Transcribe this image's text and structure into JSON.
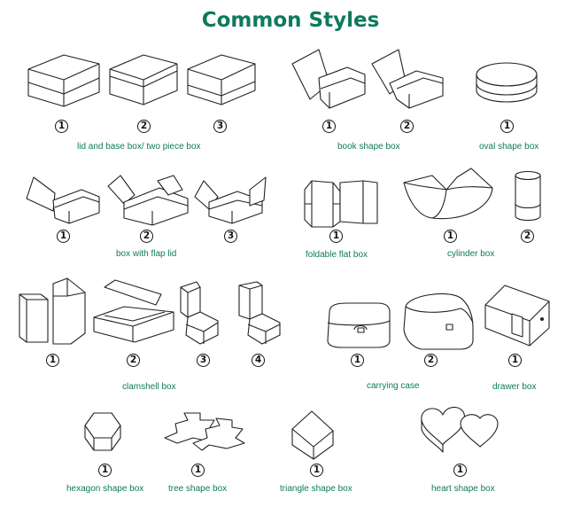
{
  "title": "Common Styles",
  "colors": {
    "title": "#0e7a5c",
    "caption": "#0e7a5c",
    "line": "#222222"
  },
  "numbers": [
    "1",
    "2",
    "3",
    "1",
    "2",
    "1",
    "1",
    "2",
    "3",
    "1",
    "1",
    "2",
    "1",
    "2",
    "3",
    "4",
    "1",
    "2",
    "1",
    "1",
    "1",
    "1",
    "1"
  ],
  "captions": {
    "lid_base": "lid and base box/ two piece box",
    "book": "book shape box",
    "oval": "oval shape box",
    "flap": "box with flap lid",
    "foldable": "foldable flat box",
    "cylinder": "cylinder box",
    "clamshell": "clamshell box",
    "carrying": "carrying case",
    "drawer": "drawer box",
    "hexagon": "hexagon shape box",
    "tree": "tree shape box",
    "triangle": "triangle shape box",
    "heart": "heart shape box"
  },
  "illustrations": [
    "lid-base-box-1",
    "lid-base-box-2",
    "lid-base-box-3",
    "book-box-1",
    "book-box-2",
    "oval-box",
    "flap-box-1",
    "flap-box-2",
    "flap-box-3",
    "foldable-box",
    "cylinder-box-1",
    "cylinder-box-2",
    "clamshell-box-1",
    "clamshell-box-2",
    "clamshell-box-3",
    "clamshell-box-4",
    "carrying-case-1",
    "carrying-case-2",
    "drawer-box",
    "hexagon-box",
    "tree-box",
    "triangle-box",
    "heart-box"
  ]
}
